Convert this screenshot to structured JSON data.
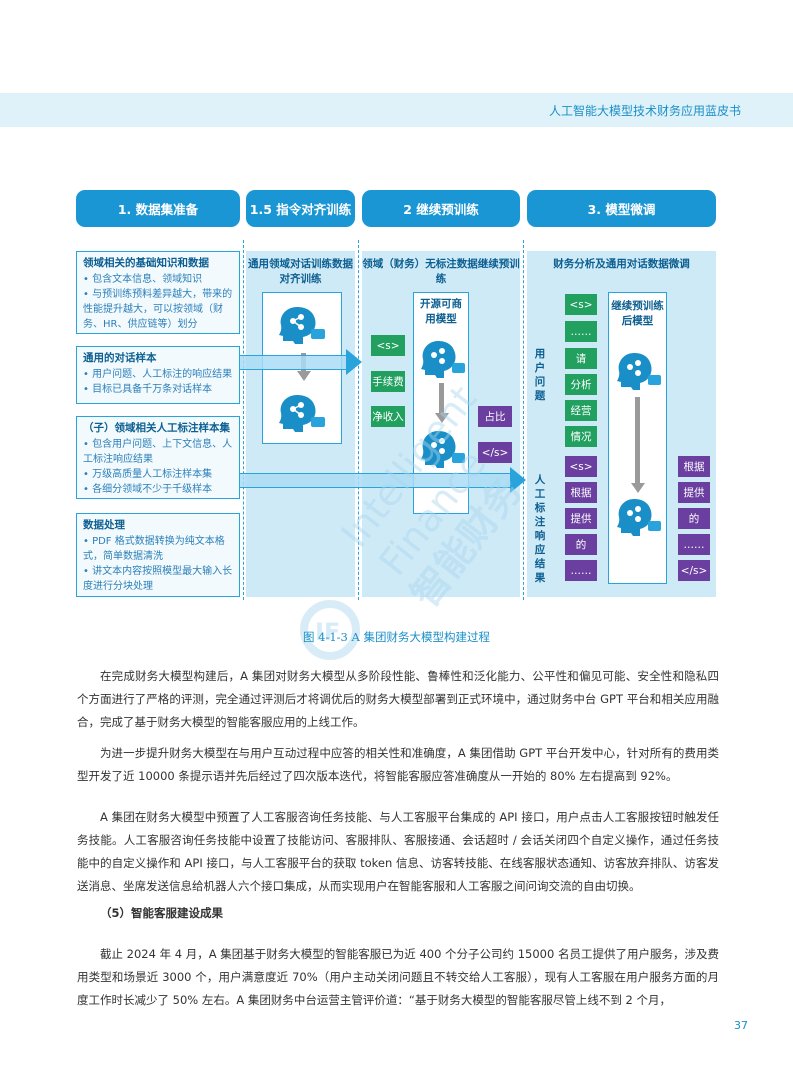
{
  "header": {
    "title": "人工智能大模型技术财务应用蓝皮书"
  },
  "diagram": {
    "phases": [
      "1. 数据集准备",
      "1.5 指令对齐训练",
      "2 继续预训练",
      "3. 模型微调"
    ],
    "prep_boxes": [
      {
        "title": "领域相关的基础知识和数据",
        "items": [
          "包含文本信息、领域知识",
          "与预训练预料差异越大，带来的性能提升越大，可以按领域（财务、HR、供应链等）划分"
        ]
      },
      {
        "title": "通用的对话样本",
        "items": [
          "用户问题、人工标注的响应结果",
          "目标已具备千万条对话样本"
        ]
      },
      {
        "title": "（子）领域相关人工标注样本集",
        "items": [
          "包含用户问题、上下文信息、人工标注响应结果",
          "万级高质量人工标注样本集",
          "各细分领域不少于千级样本"
        ]
      },
      {
        "title": "数据处理",
        "items": [
          "PDF 格式数据转换为纯文本格式，简单数据清洗",
          "讲文本内容按照模型最大输入长度进行分块处理"
        ]
      }
    ],
    "align_panel": {
      "title": "通用领域对话训练数据对齐训练"
    },
    "pretrain_panel": {
      "title": "领域（财务）无标注数据继续预训练",
      "model_label": "开源可商用模型",
      "left_tokens": [
        "<s>",
        "手续费",
        "净收入"
      ],
      "right_tokens": [
        "占比",
        "</s>"
      ]
    },
    "finetune_panel": {
      "title": "财务分析及通用对话数据微调",
      "model_label": "继续预训练后模型",
      "user_label": "用户问题",
      "annot_label": "人工标注响应结果",
      "user_tokens": [
        "<s>",
        "……",
        "请",
        "分析",
        "经营",
        "情况"
      ],
      "annot_tokens": [
        "<s>",
        "根据",
        "提供",
        "的",
        "……"
      ],
      "right_tokens": [
        "根据",
        "提供",
        "的",
        "……",
        "</s>"
      ]
    },
    "watermark": {
      "line1": "Intelligent",
      "line2": "Finance",
      "line3": "智能财务",
      "logo": "IF"
    },
    "caption": "图 4-1-3 A 集团财务大模型构建过程"
  },
  "body": {
    "para1": "在完成财务大模型构建后，A 集团对财务大模型从多阶段性能、鲁棒性和泛化能力、公平性和偏见可能、安全性和隐私四个方面进行了严格的评测，完全通过评测后才将调优后的财务大模型部署到正式环境中，通过财务中台 GPT 平台和相关应用融合，完成了基于财务大模型的智能客服应用的上线工作。",
    "para2": "为进一步提升财务大模型在与用户互动过程中应答的相关性和准确度，A 集团借助 GPT 平台开发中心，针对所有的费用类型开发了近 10000 条提示语并先后经过了四次版本迭代，将智能客服应答准确度从一开始的 80% 左右提高到 92%。",
    "para3": "A 集团在财务大模型中预置了人工客服咨询任务技能、与人工客服平台集成的 API 接口，用户点击人工客服按钮时触发任务技能。人工客服咨询任务技能中设置了技能访问、客服排队、客服接通、会话超时 / 会话关闭四个自定义操作，通过任务技能中的自定义操作和 API 接口，与人工客服平台的获取 token 信息、访客转技能、在线客服状态通知、访客放弃排队、访客发送消息、坐席发送信息给机器人六个接口集成，从而实现用户在智能客服和人工客服之间问询交流的自由切换。",
    "subhead": "（5）智能客服建设成果",
    "para4": "截止 2024 年 4 月，A 集团基于财务大模型的智能客服已为近 400 个分子公司约 15000 名员工提供了用户服务，涉及费用类型和场景近 3000 个，用户满意度近 70%（用户主动关闭问题且不转交给人工客服），现有人工客服在用户服务方面的月度工作时长减少了 50% 左右。A 集团财务中台运营主管评价道：“基于财务大模型的智能客服尽管上线不到 2 个月，"
  },
  "page_number": "37"
}
